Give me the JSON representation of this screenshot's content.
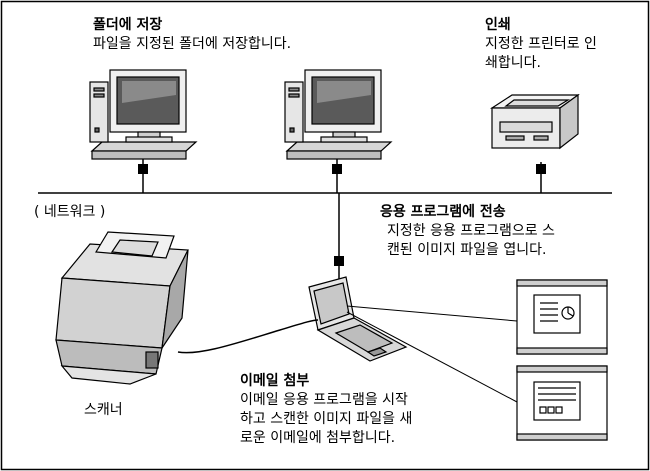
{
  "save_folder": {
    "title": "폴더에 저장",
    "desc": "파일을 지정된 폴더에 저장합니다."
  },
  "print": {
    "title": "인쇄",
    "desc_line1": "지정한 프린터로 인",
    "desc_line2": "쇄합니다."
  },
  "network_label": "( 네트워크 )",
  "send_app": {
    "title": "응용 프로그램에 전송",
    "desc_line1": "지정한 응용 프로그램으로 스",
    "desc_line2": "캔된 이미지 파일을 엽니다."
  },
  "email": {
    "title": "이메일 첨부",
    "desc_line1": "이메일 응용 프로그램을 시작",
    "desc_line2": "하고 스캔한 이미지 파일을 새",
    "desc_line3": "로운 이메일에 첨부합니다."
  },
  "scanner_label": "스캐너"
}
